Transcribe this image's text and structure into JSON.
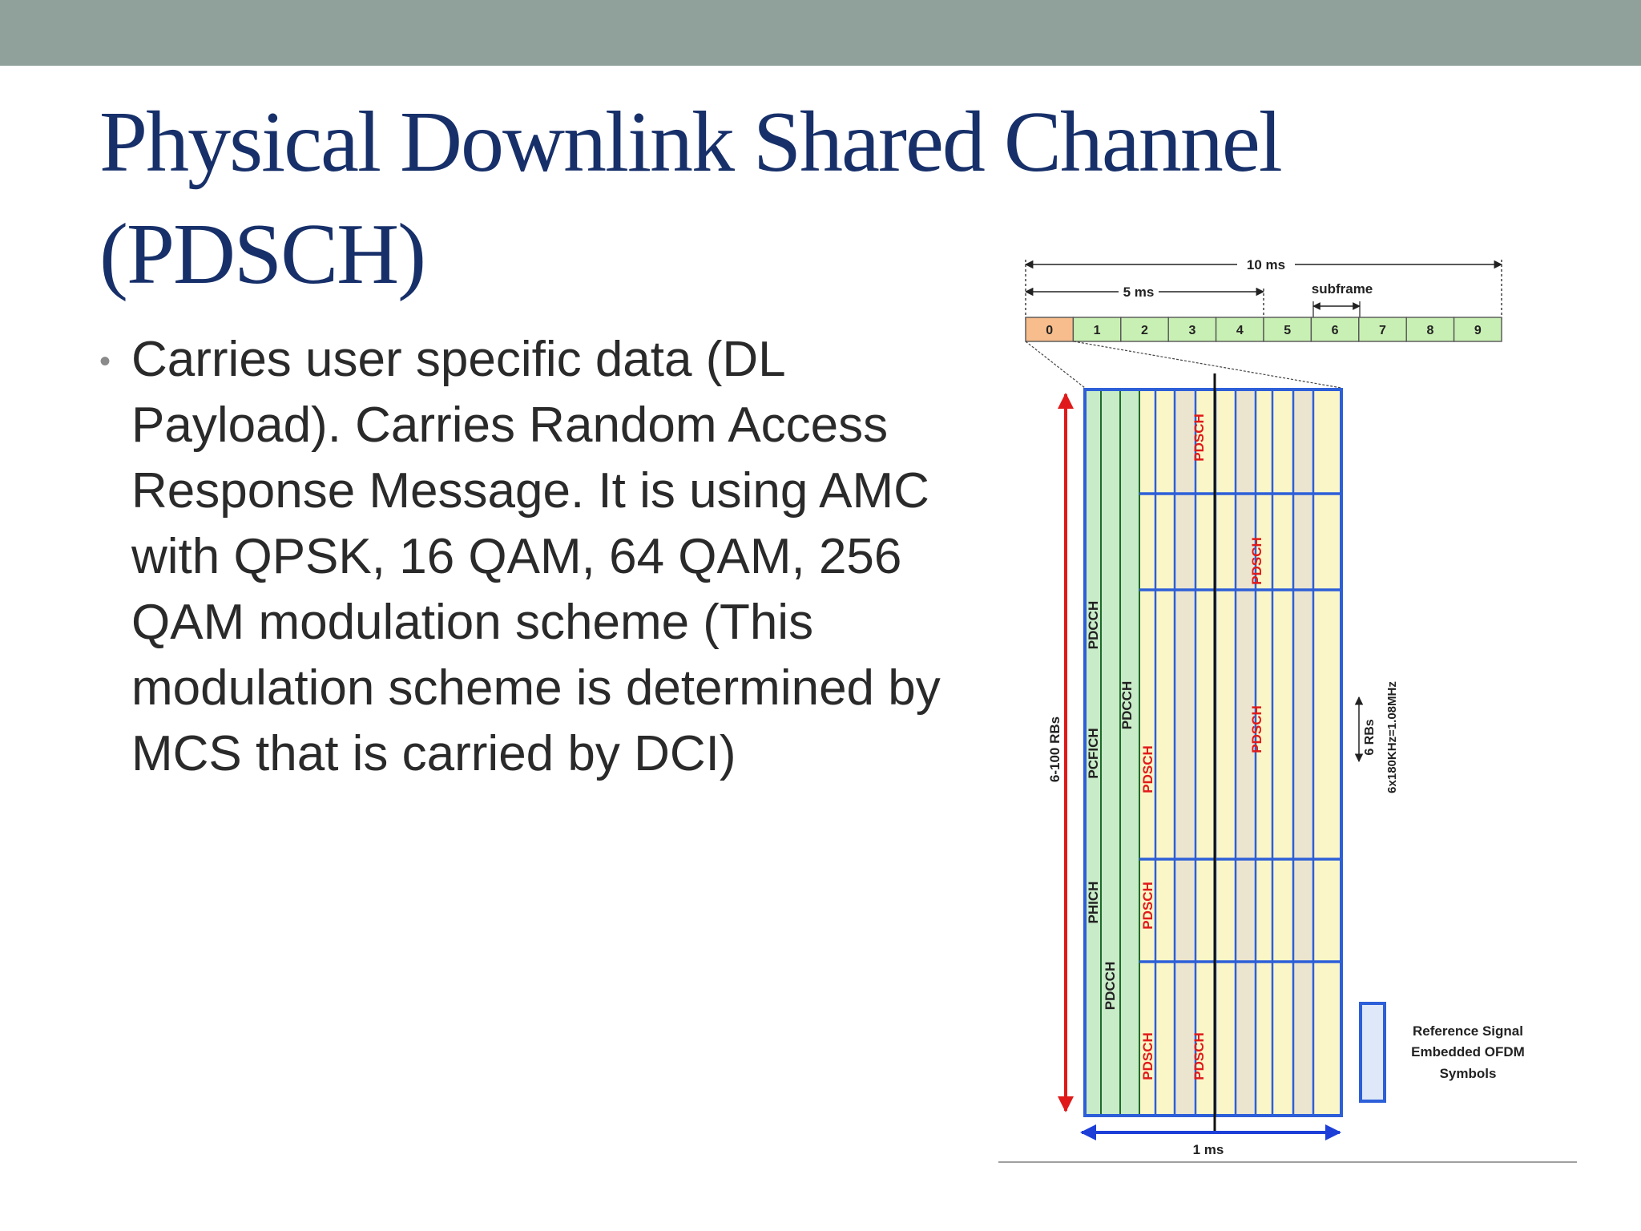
{
  "slide": {
    "title_lines": [
      "Physical Downlink Shared Channel",
      "(PDSCH)"
    ],
    "bullets": [
      "Carries user specific data (DL Payload). Carries Random Access Response Message. It is using AMC with QPSK, 16 QAM, 64 QAM, 256 QAM modulation scheme (This modulation scheme is determined by MCS that is carried by DCI)"
    ]
  },
  "diagram": {
    "frame_label": "10 ms",
    "half_frame_label": "5 ms",
    "subframe_label": "subframe",
    "subframes": [
      "0",
      "1",
      "2",
      "3",
      "4",
      "5",
      "6",
      "7",
      "8",
      "9"
    ],
    "rb_axis_label": "6-100 RBs",
    "time_label": "1 ms",
    "rb_group_label": "6 RBs",
    "rb_bandwidth_label": "6x180KHz=1.08MHz",
    "channel_labels": {
      "pdcch": "PDCCH",
      "pcfich": "PCFICH",
      "phich": "PHICH",
      "pdsch": "PDSCH"
    },
    "legend_text": [
      "Reference Signal",
      "Embedded OFDM",
      "Symbols"
    ],
    "colors": {
      "control": "#c8ebc8",
      "data": "#fbf6c8",
      "reference_signal": "#ebe5cf",
      "grid_line": "#2d5fd8",
      "pdsch_text": "#e01a1a",
      "subframe_highlight": "#f7bd8c",
      "subframe_normal": "#c9f0b4",
      "rb_arrow": "#e01a1a",
      "time_arrow": "#1d3fd8"
    }
  }
}
